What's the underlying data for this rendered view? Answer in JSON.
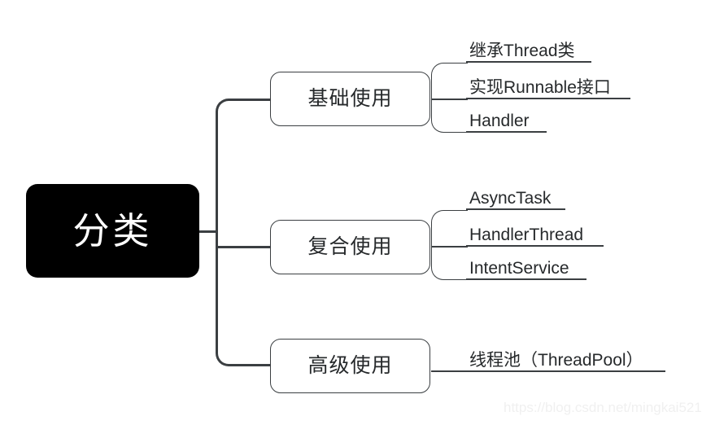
{
  "diagram": {
    "type": "mind-map",
    "root": {
      "label": "分类"
    },
    "branches": [
      {
        "label": "基础使用",
        "leaves": [
          {
            "label": "继承Thread类",
            "rule_width": 154
          },
          {
            "label": "实现Runnable接口",
            "rule_width": 202
          },
          {
            "label": "Handler",
            "rule_width": 99
          }
        ]
      },
      {
        "label": "复合使用",
        "leaves": [
          {
            "label": "AsyncTask",
            "rule_width": 122
          },
          {
            "label": "HandlerThread",
            "rule_width": 169
          },
          {
            "label": "IntentService",
            "rule_width": 148
          }
        ]
      },
      {
        "label": "高级使用",
        "leaves": [
          {
            "label": "线程池（ThreadPool）",
            "rule_width": 288
          }
        ]
      }
    ]
  },
  "watermark": {
    "text": "https://blog.csdn.net/mingkai521"
  },
  "colors": {
    "root_fill": "#000000",
    "root_text": "#ffffff",
    "line": "#3b3f42",
    "node_text": "#26292b",
    "background": "#ffffff",
    "watermark": "#f0f0f0"
  }
}
